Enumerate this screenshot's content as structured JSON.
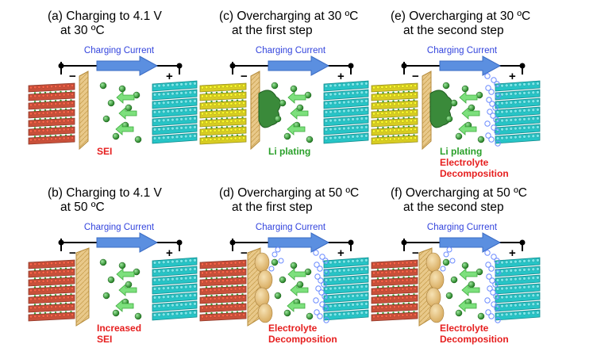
{
  "colors": {
    "anode_red": "#c9503a",
    "anode_yellow": "#d8cc22",
    "cathode": "#26c4c6",
    "separator": "#e8c884",
    "ion": "#2ea02e",
    "arrow_green": "#7de07d",
    "current_arrow": "#5b8fe0",
    "sei_text": "#e61e1e",
    "plating_text": "#2aa02a",
    "bubble": "#6c8cff"
  },
  "panels": [
    {
      "id": "a",
      "title_line1": "(a) Charging to 4.1 V",
      "title_line2": "at 30 ºC",
      "current_label": "Charging Current",
      "minus": "−",
      "plus": "+",
      "notes": [
        {
          "text": "SEI",
          "color": "red"
        }
      ],
      "anode_color": "red",
      "plating": false,
      "bubbles_left": false,
      "bubbles_right": false,
      "thick_sei": false
    },
    {
      "id": "c",
      "title_line1": "(c) Overcharging at 30 ºC",
      "title_line2": "at the first step",
      "current_label": "Charging Current",
      "minus": "−",
      "plus": "+",
      "notes": [
        {
          "text": "Li plating",
          "color": "green"
        }
      ],
      "anode_color": "yellow",
      "plating": true,
      "bubbles_left": false,
      "bubbles_right": false,
      "thick_sei": false
    },
    {
      "id": "e",
      "title_line1": "(e) Overcharging at 30 ºC",
      "title_line2": "at the second step",
      "current_label": "Charging Current",
      "minus": "−",
      "plus": "+",
      "notes": [
        {
          "text": "Li plating",
          "color": "green"
        },
        {
          "text": "Electrolyte",
          "color": "red"
        },
        {
          "text": "Decomposition",
          "color": "red"
        }
      ],
      "anode_color": "yellow",
      "plating": true,
      "bubbles_left": false,
      "bubbles_right": true,
      "thick_sei": false
    },
    {
      "id": "b",
      "title_line1": "(b) Charging to 4.1 V",
      "title_line2": "at 50 ºC",
      "current_label": "Charging Current",
      "minus": "−",
      "plus": "+",
      "notes": [
        {
          "text": "Increased",
          "color": "red"
        },
        {
          "text": "SEI",
          "color": "red"
        }
      ],
      "anode_color": "red",
      "plating": false,
      "bubbles_left": false,
      "bubbles_right": false,
      "thick_sei": true
    },
    {
      "id": "d",
      "title_line1": "(d) Overcharging at 50 ºC",
      "title_line2": "at the first step",
      "current_label": "Charging Current",
      "minus": "−",
      "plus": "+",
      "notes": [
        {
          "text": "Electrolyte",
          "color": "red"
        },
        {
          "text": "Decomposition",
          "color": "red"
        }
      ],
      "anode_color": "red",
      "plating": false,
      "bubbles_left": true,
      "bubbles_right": true,
      "thick_sei": true
    },
    {
      "id": "f",
      "title_line1": "(f) Overcharging at 50 ºC",
      "title_line2": "at the second step",
      "current_label": "Charging Current",
      "minus": "−",
      "plus": "+",
      "notes": [
        {
          "text": "Electrolyte",
          "color": "red"
        },
        {
          "text": "Decomposition",
          "color": "red"
        }
      ],
      "anode_color": "red",
      "plating": false,
      "bubbles_left": true,
      "bubbles_right": true,
      "thick_sei": true
    }
  ]
}
